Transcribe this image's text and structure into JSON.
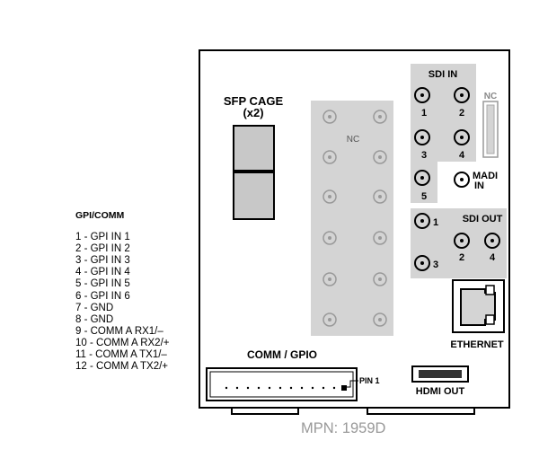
{
  "gpi_legend": {
    "title": "GPI/COMM",
    "pins": [
      "1 - GPI IN 1",
      "2 - GPI IN 2",
      "3 - GPI IN 3",
      "4 - GPI IN 4",
      "5 - GPI IN 5",
      "6 - GPI IN 6",
      "7 - GND",
      "8 - GND",
      "9 - COMM A RX1/–",
      "10 - COMM A RX2/+",
      "11 - COMM A TX1/–",
      "12 - COMM A TX2/+"
    ]
  },
  "panel": {
    "sfp_cage_label_line1": "SFP CAGE",
    "sfp_cage_label_line2": "(x2)",
    "nc_label_center": "NC",
    "nc_label_right": "NC",
    "sdi_in_label": "SDI IN",
    "sdi_in_ports": [
      "1",
      "2",
      "3",
      "4",
      "5"
    ],
    "madi_label_line1": "MADI",
    "madi_label_line2": "IN",
    "sdi_out_label": "SDI OUT",
    "sdi_out_ports": [
      "1",
      "3",
      "2",
      "4"
    ],
    "ethernet_label": "ETHERNET",
    "comm_gpio_label": "COMM / GPIO",
    "pin1_label": "PIN 1",
    "hdmi_out_label": "HDMI OUT"
  },
  "mpn": "MPN: 1959D"
}
